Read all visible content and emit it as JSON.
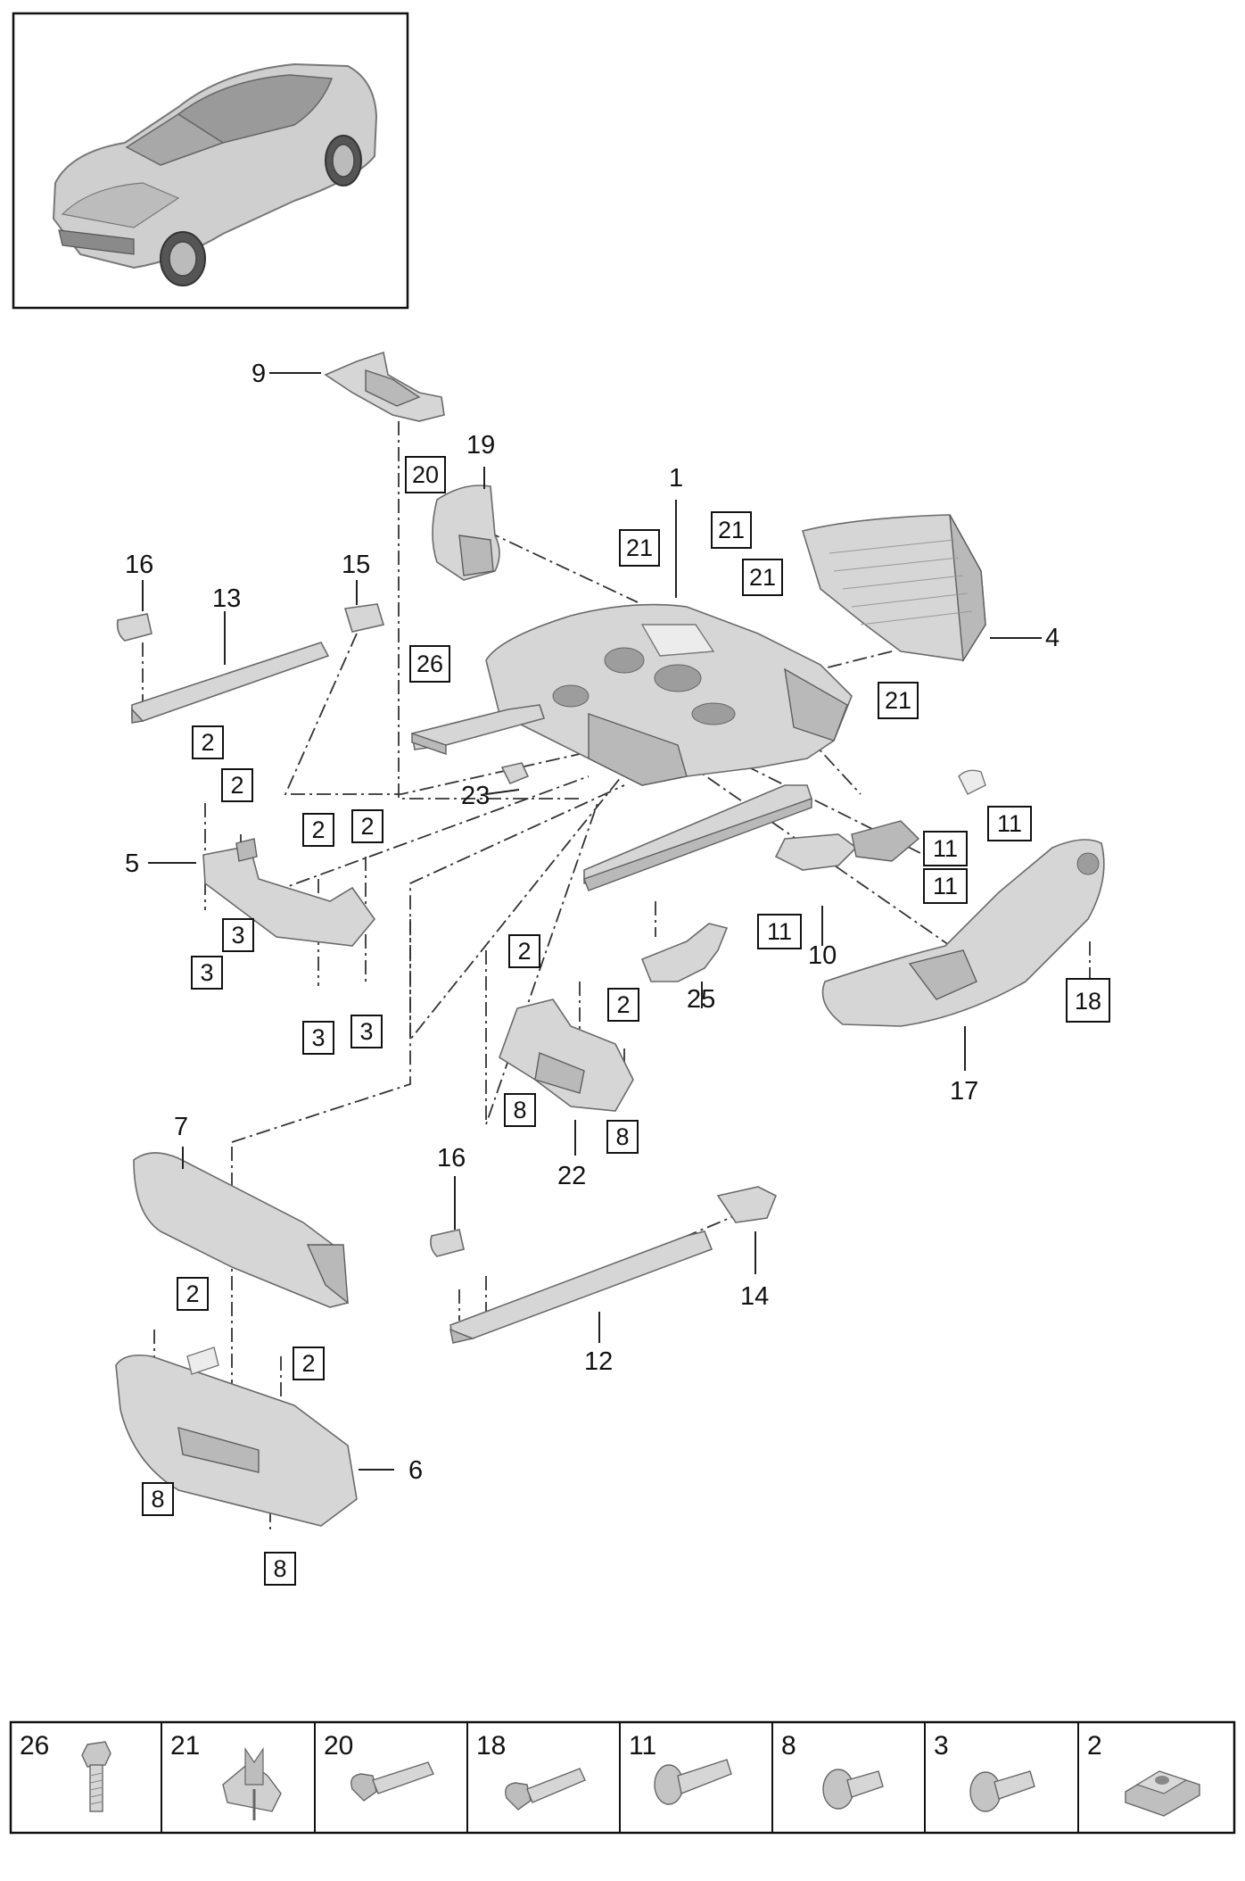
{
  "callouts": [
    {
      "label": "1"
    },
    {
      "label": "4"
    },
    {
      "label": "5"
    },
    {
      "label": "6"
    },
    {
      "label": "7"
    },
    {
      "label": "9"
    },
    {
      "label": "10"
    },
    {
      "label": "12"
    },
    {
      "label": "13"
    },
    {
      "label": "14"
    },
    {
      "label": "15"
    },
    {
      "label": "16"
    },
    {
      "label": "16"
    },
    {
      "label": "17"
    },
    {
      "label": "19"
    },
    {
      "label": "22"
    },
    {
      "label": "23"
    },
    {
      "label": "25"
    }
  ],
  "boxed_callouts": [
    {
      "label": "20"
    },
    {
      "label": "21"
    },
    {
      "label": "21"
    },
    {
      "label": "21"
    },
    {
      "label": "21"
    },
    {
      "label": "26"
    },
    {
      "label": "2"
    },
    {
      "label": "2"
    },
    {
      "label": "2"
    },
    {
      "label": "2"
    },
    {
      "label": "3"
    },
    {
      "label": "3"
    },
    {
      "label": "3"
    },
    {
      "label": "3"
    },
    {
      "label": "11"
    },
    {
      "label": "11"
    },
    {
      "label": "11"
    },
    {
      "label": "11"
    },
    {
      "label": "18"
    },
    {
      "label": "2"
    },
    {
      "label": "2"
    },
    {
      "label": "8"
    },
    {
      "label": "8"
    },
    {
      "label": "2"
    },
    {
      "label": "2"
    },
    {
      "label": "8"
    },
    {
      "label": "8"
    }
  ],
  "fastener_key": [
    {
      "label": "26",
      "icon": "hex-bolt-icon"
    },
    {
      "label": "21",
      "icon": "spring-clip-icon"
    },
    {
      "label": "20",
      "icon": "expansion-rivet-icon"
    },
    {
      "label": "18",
      "icon": "expansion-rivet-icon"
    },
    {
      "label": "11",
      "icon": "flange-screw-icon"
    },
    {
      "label": "8",
      "icon": "flange-screw-icon"
    },
    {
      "label": "3",
      "icon": "flange-screw-icon"
    },
    {
      "label": "2",
      "icon": "cage-nut-icon"
    }
  ],
  "colors": {
    "line": "#111111",
    "part_fill": "#d6d6d6",
    "part_shadow": "#b9b9b9",
    "background": "#ffffff"
  }
}
